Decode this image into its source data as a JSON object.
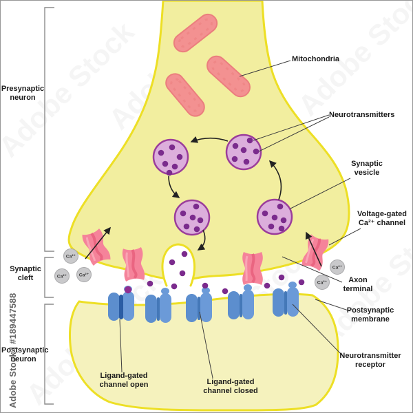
{
  "watermark": {
    "brand": "Adobe Stock",
    "credit": "Adobe Stock | #189447588"
  },
  "labels": {
    "presynaptic_neuron": "Presynaptic\nneuron",
    "synaptic_cleft": "Synaptic\ncleft",
    "postsynaptic_neuron": "Postsynaptic\nneuron",
    "mitochondria": "Mitochondria",
    "neurotransmitters": "Neurotransmitters",
    "synaptic_vesicle": "Synaptic\nvesicle",
    "voltage_gated_ca_channel": "Voltage-gated\nCa²⁺ channel",
    "axon_terminal": "Axon\nterminal",
    "postsynaptic_membrane": "Postsynaptic\nmembrane",
    "neurotransmitter_receptor": "Neurotransmitter\nreceptor",
    "ligand_gated_channel_open": "Ligand-gated\nchannel open",
    "ligand_gated_channel_closed": "Ligand-gated\nchannel closed",
    "calcium_ion": "Ca²⁺"
  },
  "colors": {
    "cell_fill": "#F2EE9F",
    "cell_stroke": "#EDDF25",
    "post_fill": "#F5F2BD",
    "mito_fill": "#F39191",
    "mito_stroke": "#EB7E7E",
    "vesicle_fill": "#DCAEDC",
    "vesicle_stroke": "#9B3D9B",
    "nt_dot": "#7B2B8D",
    "ligand_dot": "#8F2E91",
    "channel_pink": "#F5839A",
    "channel_pink_dark": "#E8607C",
    "channel_pink_light": "#F9A9B7",
    "receptor_blue": "#5C8ECE",
    "receptor_blue_light": "#6B9AD8",
    "receptor_shadow": "#4478B8",
    "receptor_open": "#2B5DA4",
    "ca_fill": "#C9C9CB",
    "ca_stroke": "#A8A8AA",
    "ink": "#222222",
    "leader": "#3F3F3F",
    "bracket": "#8C8C8C"
  }
}
